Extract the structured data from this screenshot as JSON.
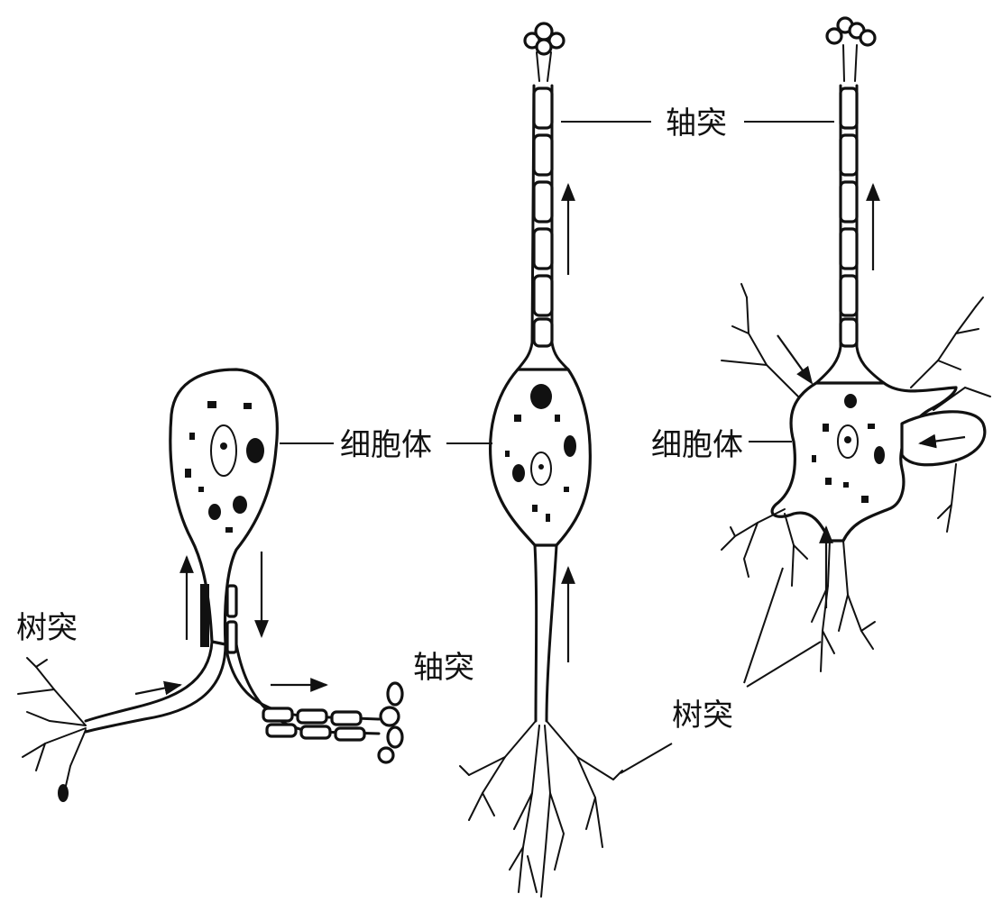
{
  "labels": {
    "dendrite_left": "树突",
    "axon_left": "轴突",
    "soma_left_center": "细胞体",
    "axon_top": "轴突",
    "soma_right": "细胞体",
    "dendrite_bottom": "树突"
  },
  "colors": {
    "ink": "#111111",
    "paper": "#ffffff"
  }
}
